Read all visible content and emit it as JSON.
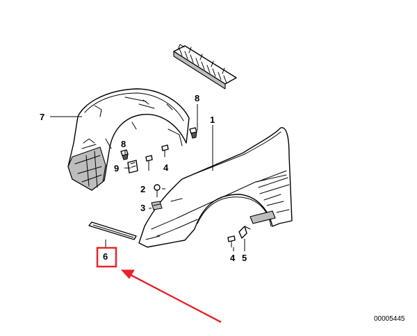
{
  "diagram": {
    "callouts": {
      "fender": "1",
      "clip_upper": "2",
      "clip_nut": "3",
      "screw_upper": "4",
      "screw_lower": "4",
      "bracket": "5",
      "strip": "6",
      "wheel_arch_liner": "7",
      "grommet_top": "8",
      "grommet_side": "8",
      "clamp": "9"
    },
    "highlight_color": "#e8232a",
    "diagram_code": "00005445"
  }
}
